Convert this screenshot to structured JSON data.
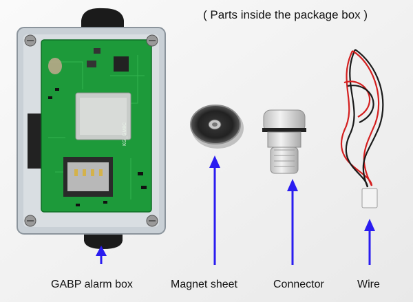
{
  "header": {
    "text": "( Parts inside the package box )"
  },
  "parts": [
    {
      "label": "GABP alarm box"
    },
    {
      "label": "Magnet sheet"
    },
    {
      "label": "Connector"
    },
    {
      "label": "Wire"
    }
  ],
  "board_markings": {
    "module": "KG_GM8C"
  },
  "colors": {
    "arrow": "#2a1cf0",
    "pcb": "#1d9a3a",
    "wire_red": "#d41f1f",
    "wire_black": "#1a1a1a"
  }
}
